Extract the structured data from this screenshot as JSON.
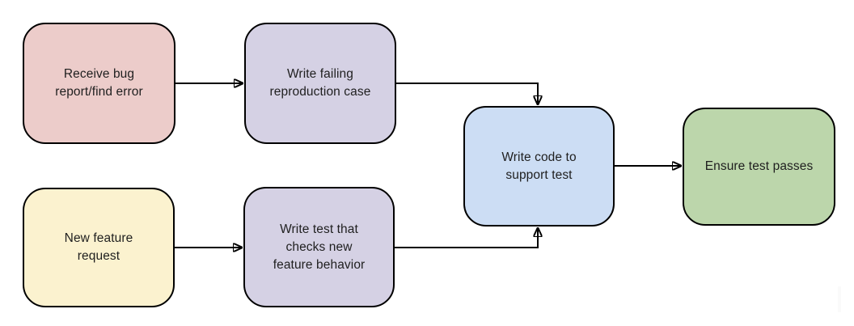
{
  "colors": {
    "stroke": "#000000",
    "text": "#1f1f1f",
    "background": "#ffffff",
    "node_pink": "#ecccca",
    "node_purple": "#d5d1e4",
    "node_yellow": "#fbf2cf",
    "node_blue": "#ccddf4",
    "node_green": "#bcd6ab"
  },
  "nodes": [
    {
      "id": "receive-bug",
      "label": "Receive bug\nreport/find error",
      "fill": "#ecccca"
    },
    {
      "id": "write-failing-repro",
      "label": "Write failing\nreproduction case",
      "fill": "#d5d1e4"
    },
    {
      "id": "new-feature-request",
      "label": "New feature\nrequest",
      "fill": "#fbf2cf"
    },
    {
      "id": "write-test",
      "label": "Write test that\nchecks new\nfeature behavior",
      "fill": "#d5d1e4"
    },
    {
      "id": "write-code",
      "label": "Write code to\nsupport test",
      "fill": "#ccddf4"
    },
    {
      "id": "ensure-test-passes",
      "label": "Ensure test passes",
      "fill": "#bcd6ab"
    }
  ],
  "edges": [
    {
      "from": "receive-bug",
      "to": "write-failing-repro"
    },
    {
      "from": "write-failing-repro",
      "to": "write-code"
    },
    {
      "from": "new-feature-request",
      "to": "write-test"
    },
    {
      "from": "write-test",
      "to": "write-code"
    },
    {
      "from": "write-code",
      "to": "ensure-test-passes"
    }
  ]
}
